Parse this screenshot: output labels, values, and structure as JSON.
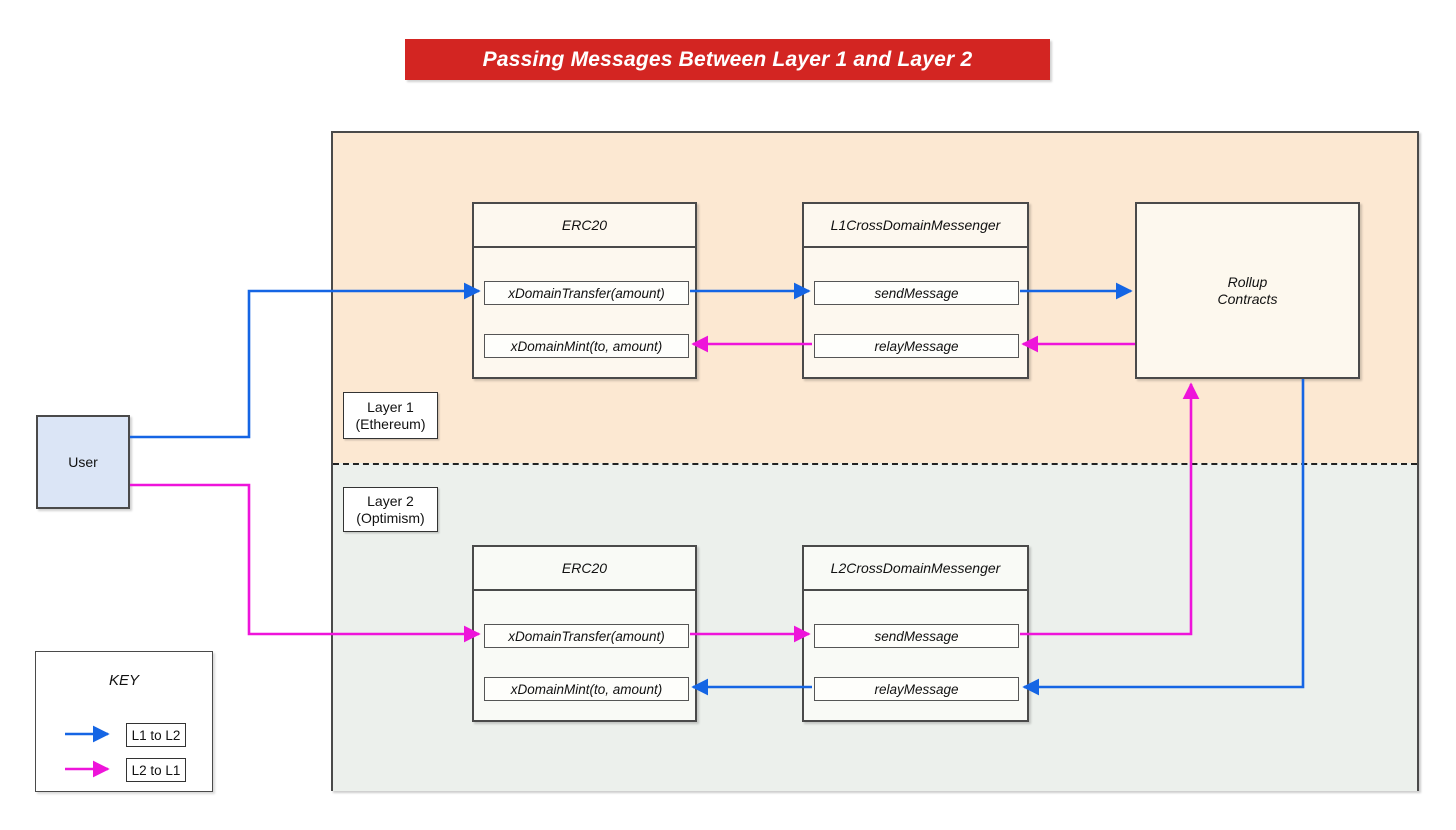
{
  "title": "Passing Messages Between Layer 1 and Layer 2",
  "colors": {
    "l1_to_l2_blue": "#1565e4",
    "l2_to_l1_magenta": "#ee14da",
    "banner_red": "#d32522",
    "layer1_bg": "#fce8d2",
    "layer2_bg": "#ecf0ec"
  },
  "user": {
    "label": "User"
  },
  "layer1": {
    "label_line1": "Layer 1",
    "label_line2": "(Ethereum)",
    "erc20": {
      "title": "ERC20",
      "methods": [
        "xDomainTransfer(amount)",
        "xDomainMint(to, amount)"
      ]
    },
    "messenger": {
      "title": "L1CrossDomainMessenger",
      "methods": [
        "sendMessage",
        "relayMessage"
      ]
    },
    "rollup": {
      "line1": "Rollup",
      "line2": "Contracts"
    }
  },
  "layer2": {
    "label_line1": "Layer 2",
    "label_line2": "(Optimism)",
    "erc20": {
      "title": "ERC20",
      "methods": [
        "xDomainTransfer(amount)",
        "xDomainMint(to, amount)"
      ]
    },
    "messenger": {
      "title": "L2CrossDomainMessenger",
      "methods": [
        "sendMessage",
        "relayMessage"
      ]
    }
  },
  "key": {
    "title": "KEY",
    "entries": [
      {
        "label": "L1 to L2"
      },
      {
        "label": "L2 to L1"
      }
    ]
  }
}
